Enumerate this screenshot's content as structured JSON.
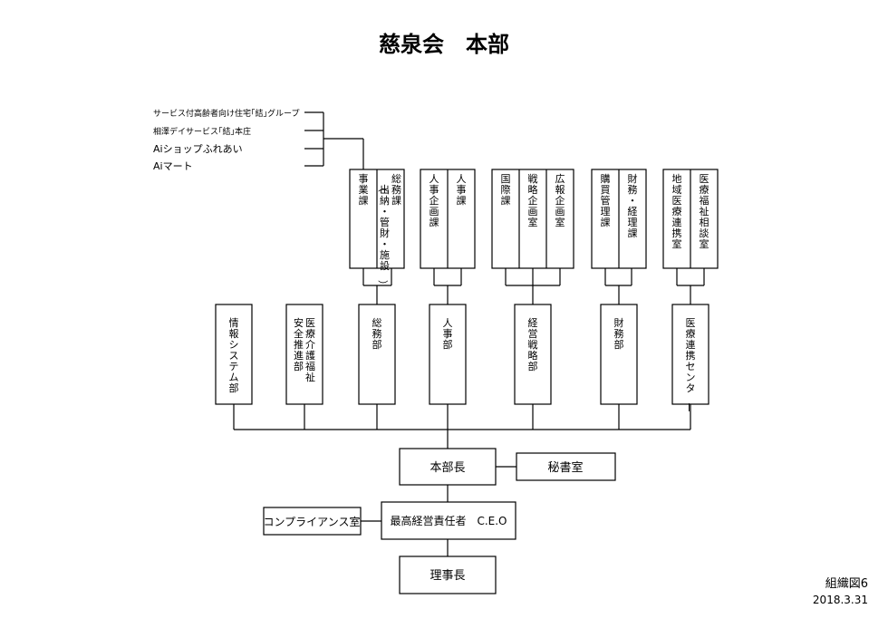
{
  "title": "慈泉会　本部",
  "figure_label": "組織図6",
  "date": "2018.3.31",
  "facilities": [
    "サービス付高齢者向け住宅｢結｣グループ",
    "相澤デイサービス｢結｣本庄",
    "Aiショップふれあい",
    "Aiマート"
  ],
  "sections": [
    {
      "parent": "総務部",
      "units": [
        "事業課",
        "総務課（出納・管財・施設）"
      ]
    },
    {
      "parent": "人事部",
      "units": [
        "人事企画課",
        "人事課"
      ]
    },
    {
      "parent": "経営戦略部",
      "units": [
        "国際課",
        "戦略企画室",
        "広報企画室"
      ]
    },
    {
      "parent": "財務部",
      "units": [
        "購買管理課",
        "財務・経理課"
      ]
    },
    {
      "parent": "医療連携センター",
      "units": [
        "地域医療連携室",
        "医療福祉相談室"
      ]
    }
  ],
  "departments": [
    "情報システム部",
    "医療介護福祉安全推進部",
    "総務部",
    "人事部",
    "経営戦略部",
    "財務部",
    "医療連携センター"
  ],
  "dept_lines": [
    "情報システム部",
    "医療介護福祉\n安全推進部",
    "総務部",
    "人事部",
    "経営戦略部",
    "財務部",
    "医療連携センター"
  ],
  "unit_lines": {
    "事業課": [
      "事業課"
    ],
    "総務課（出納・管財・施設）": [
      "総務課",
      "（出納・管財・施設）"
    ],
    "人事企画課": [
      "人事企画課"
    ],
    "人事課": [
      "人事課"
    ],
    "国際課": [
      "国際課"
    ],
    "戦略企画室": [
      "戦略企画室"
    ],
    "広報企画室": [
      "広報企画室"
    ],
    "購買管理課": [
      "購買管理課"
    ],
    "財務・経理課": [
      "財務・経理課"
    ],
    "地域医療連携室": [
      "地域医療連携室"
    ],
    "医療福祉相談室": [
      "医療福祉相談室"
    ]
  },
  "dept_head": "本部長",
  "secretary": "秘書室",
  "ceo": "最高経営責任者　C.E.O",
  "compliance": "コンプライアンス室",
  "chairman": "理事長"
}
